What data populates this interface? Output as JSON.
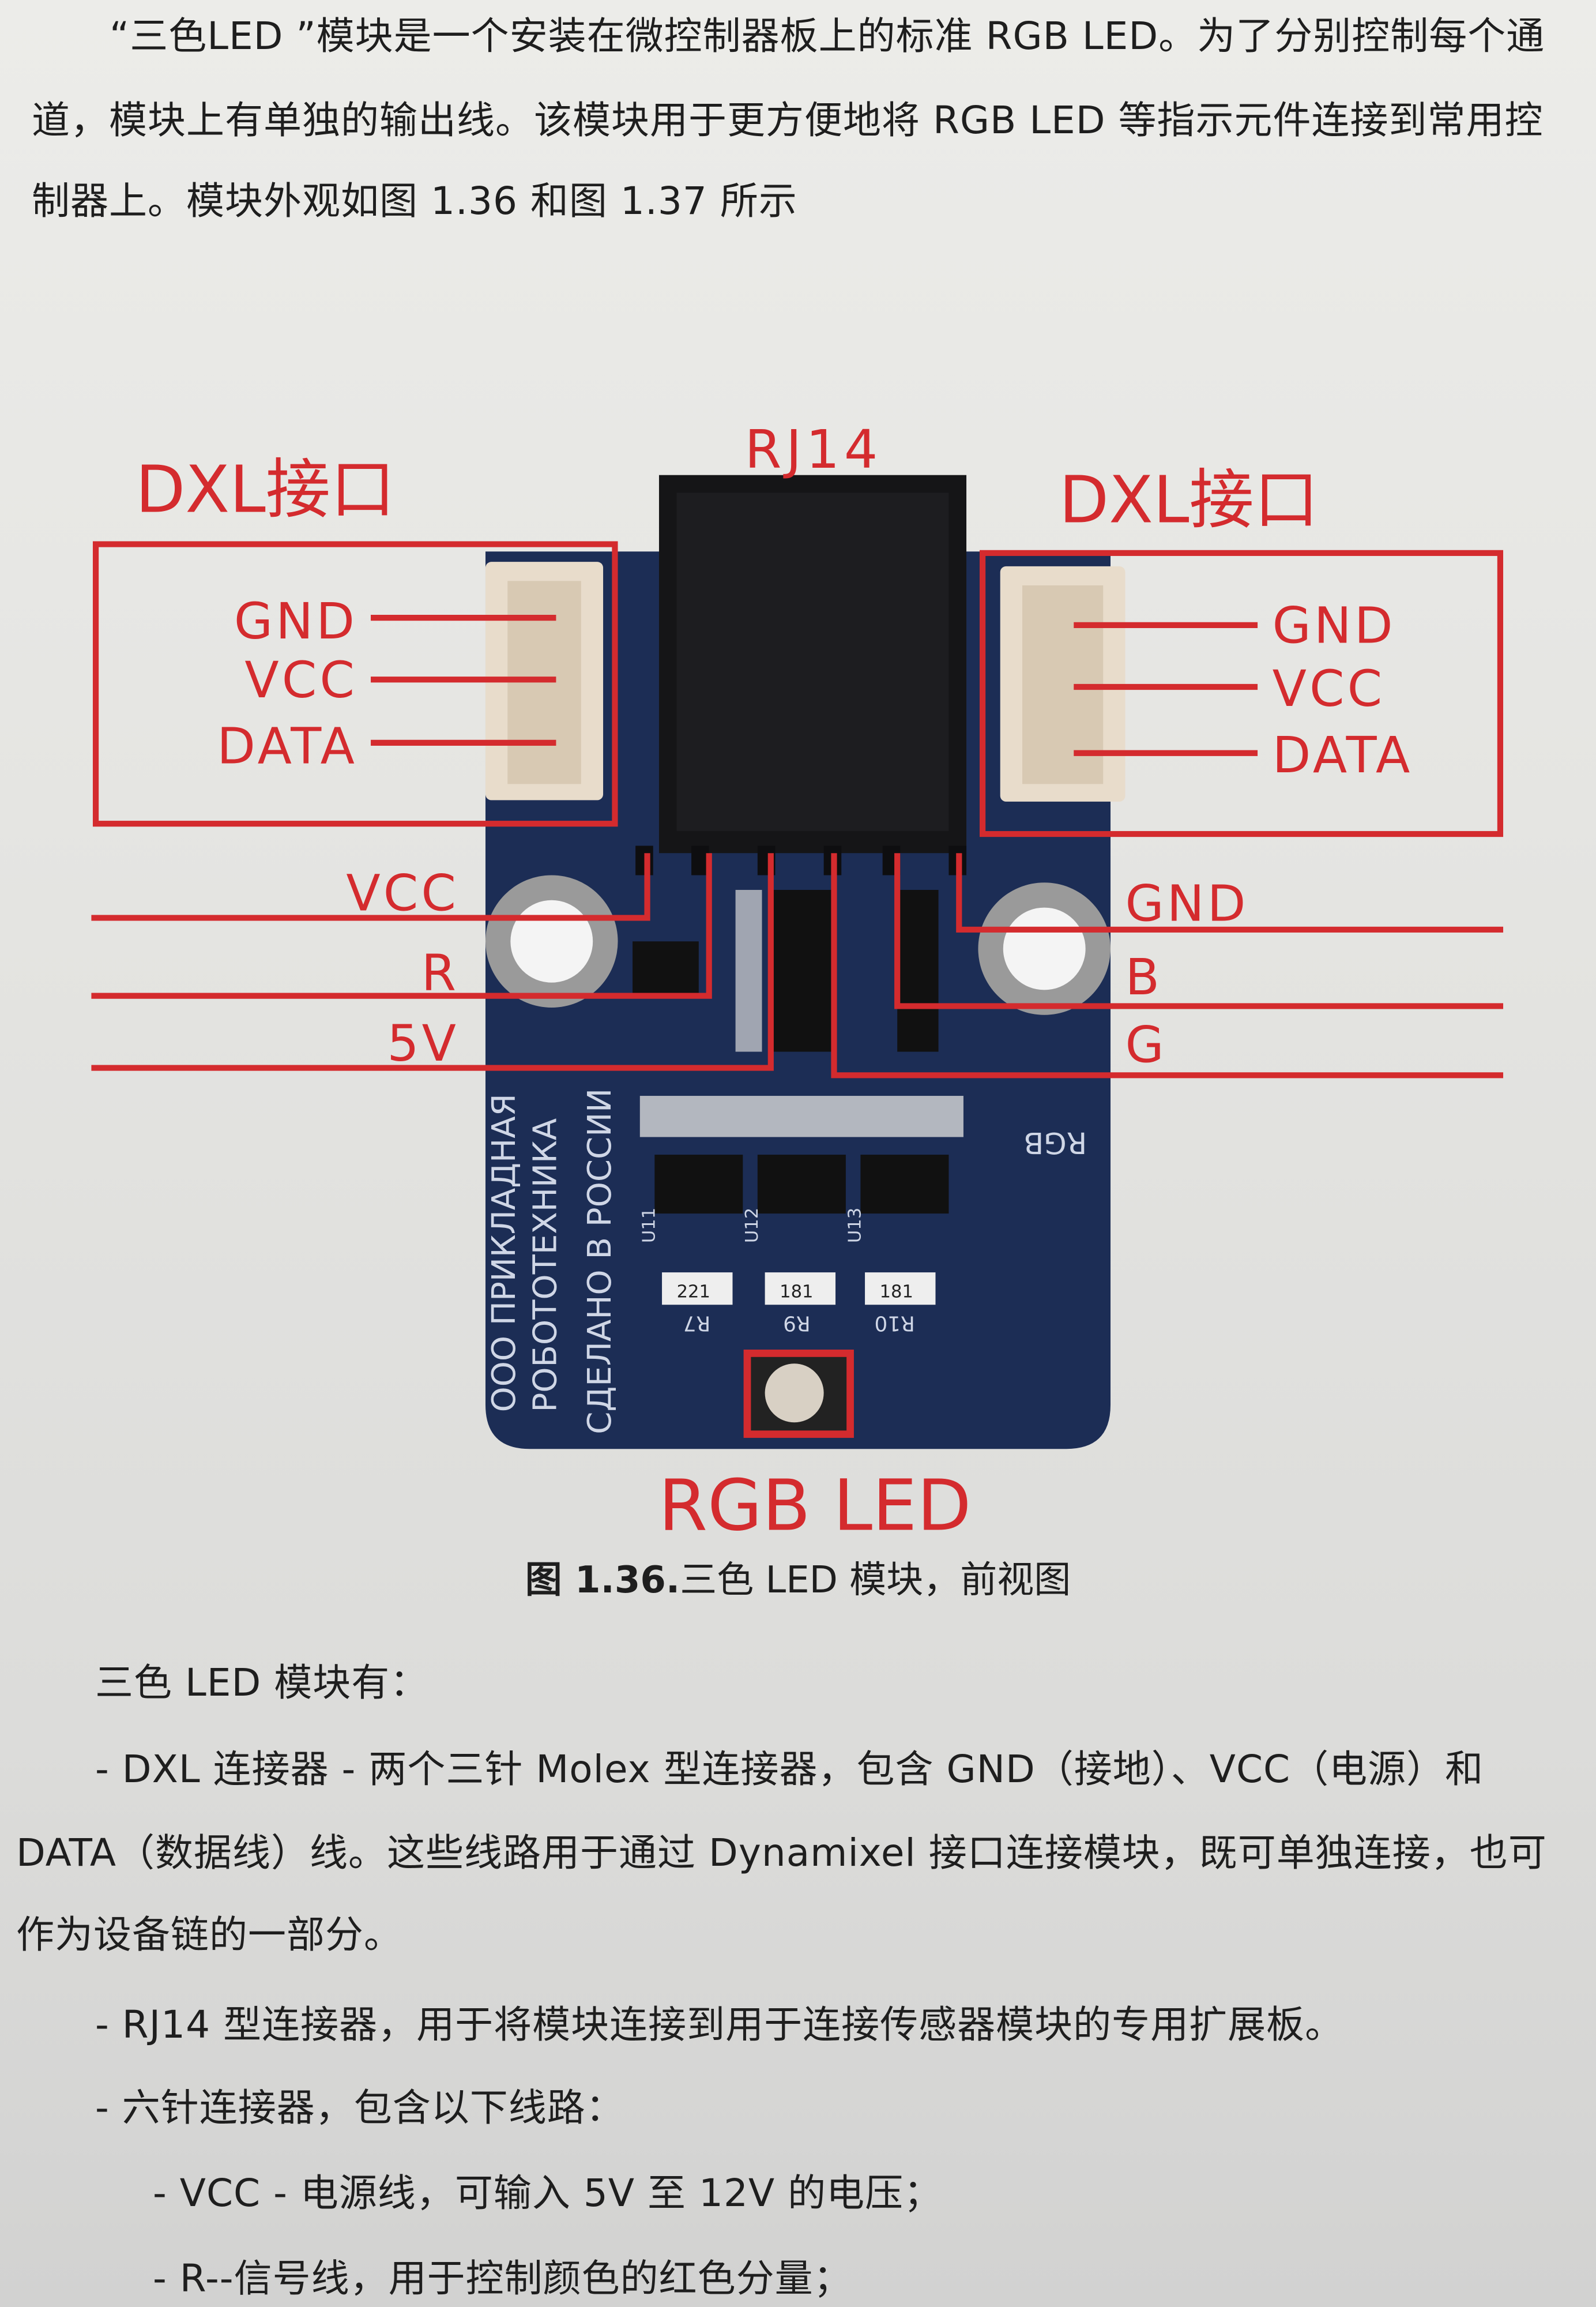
{
  "intro": {
    "lines": [
      "“三色LED ”模块是一个安装在微控制器板上的标准 RGB LED。为了分别控制每个通",
      "道，模块上有单独的输出线。该模块用于更方便地将 RGB LED 等指示元件连接到常用控",
      "制器上。模块外观如图 1.36 和图 1.37 所示"
    ]
  },
  "figure": {
    "labels": {
      "rj14": "RJ14",
      "dxl_left": "DXL接口",
      "dxl_right": "DXL接口",
      "left_pins": [
        "GND",
        "VCC",
        "DATA"
      ],
      "right_pins": [
        "GND",
        "VCC",
        "DATA"
      ],
      "six_pin_left": [
        "VCC",
        "R",
        "5V"
      ],
      "six_pin_right": [
        "GND",
        "B",
        "G"
      ],
      "rgb_led": "RGB LED"
    },
    "board_text": {
      "line1": "ООО ПРИКЛАДНАЯ",
      "line2": "РОБОТОТЕХНИКА",
      "line3": "СДЕЛАНО В РОССИИ",
      "resistors": [
        "R7",
        "R9",
        "R10"
      ],
      "resistor_codes": [
        "221",
        "181",
        "181"
      ],
      "transistors": [
        "U11",
        "U12",
        "U13"
      ],
      "rgb": "RGB"
    },
    "caption_number": "图 1.36.",
    "caption_text": "三色 LED 模块，前视图",
    "colors": {
      "annotation": "#d42b2e",
      "board": "#1c2d55"
    }
  },
  "body": {
    "lines": [
      "三色 LED 模块有：",
      "- DXL 连接器 - 两个三针 Molex 型连接器，包含 GND（接地）、VCC（电源）和",
      "DATA（数据线）线。这些线路用于通过 Dynamixel 接口连接模块，既可单独连接，也可",
      "作为设备链的一部分。",
      "- RJ14 型连接器，用于将模块连接到用于连接传感器模块的专用扩展板。",
      "- 六针连接器，包含以下线路：",
      "- VCC - 电源线，可输入 5V 至 12V 的电压；",
      "- R--信号线，用于控制颜色的红色分量；"
    ]
  }
}
